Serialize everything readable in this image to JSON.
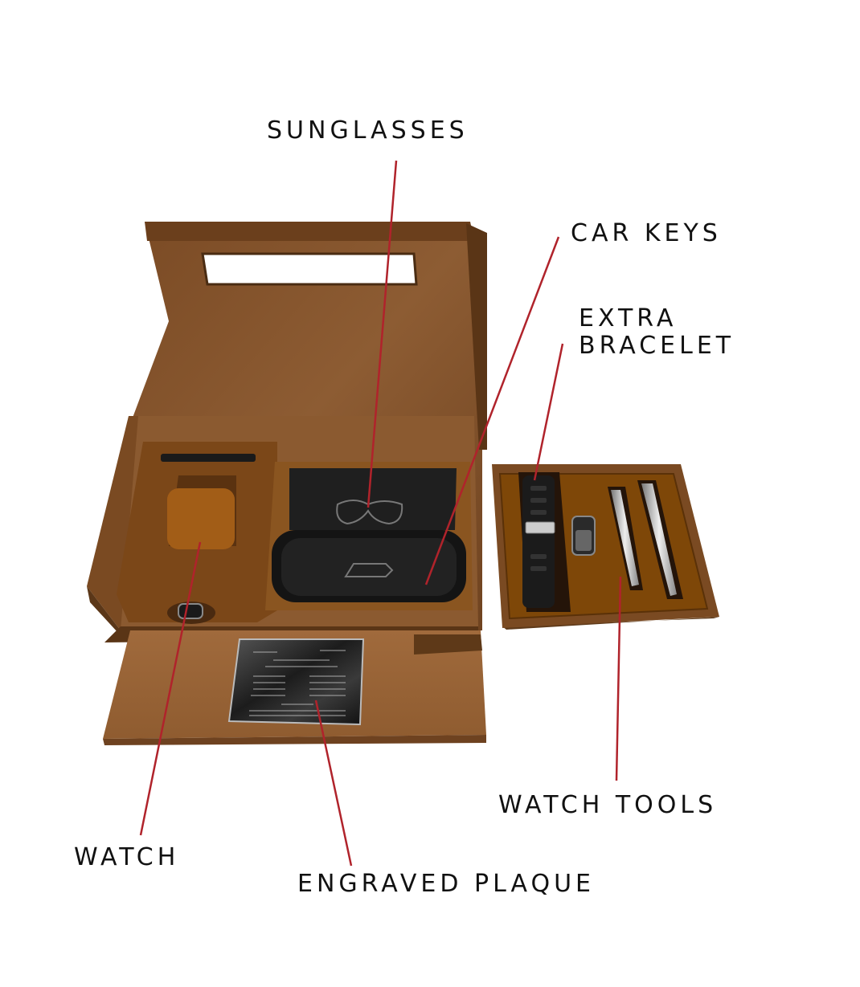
{
  "labels": {
    "sunglasses": "SUNGLASSES",
    "car_keys": "CAR KEYS",
    "extra_bracelet_line1": "EXTRA",
    "extra_bracelet_line2": "BRACELET",
    "watch_tools": "WATCH TOOLS",
    "watch": "WATCH",
    "engraved_plaque": "ENGRAVED PLAQUE"
  },
  "colors": {
    "leader_line": "#b0232b",
    "box_leather": "#8a5a33",
    "box_leather_dark": "#5e3a1d",
    "box_leather_light": "#a36c3e",
    "insert_tray": "#7a4a1a",
    "felt": "#1d1d1d",
    "plaque": "#2a2a2a"
  }
}
